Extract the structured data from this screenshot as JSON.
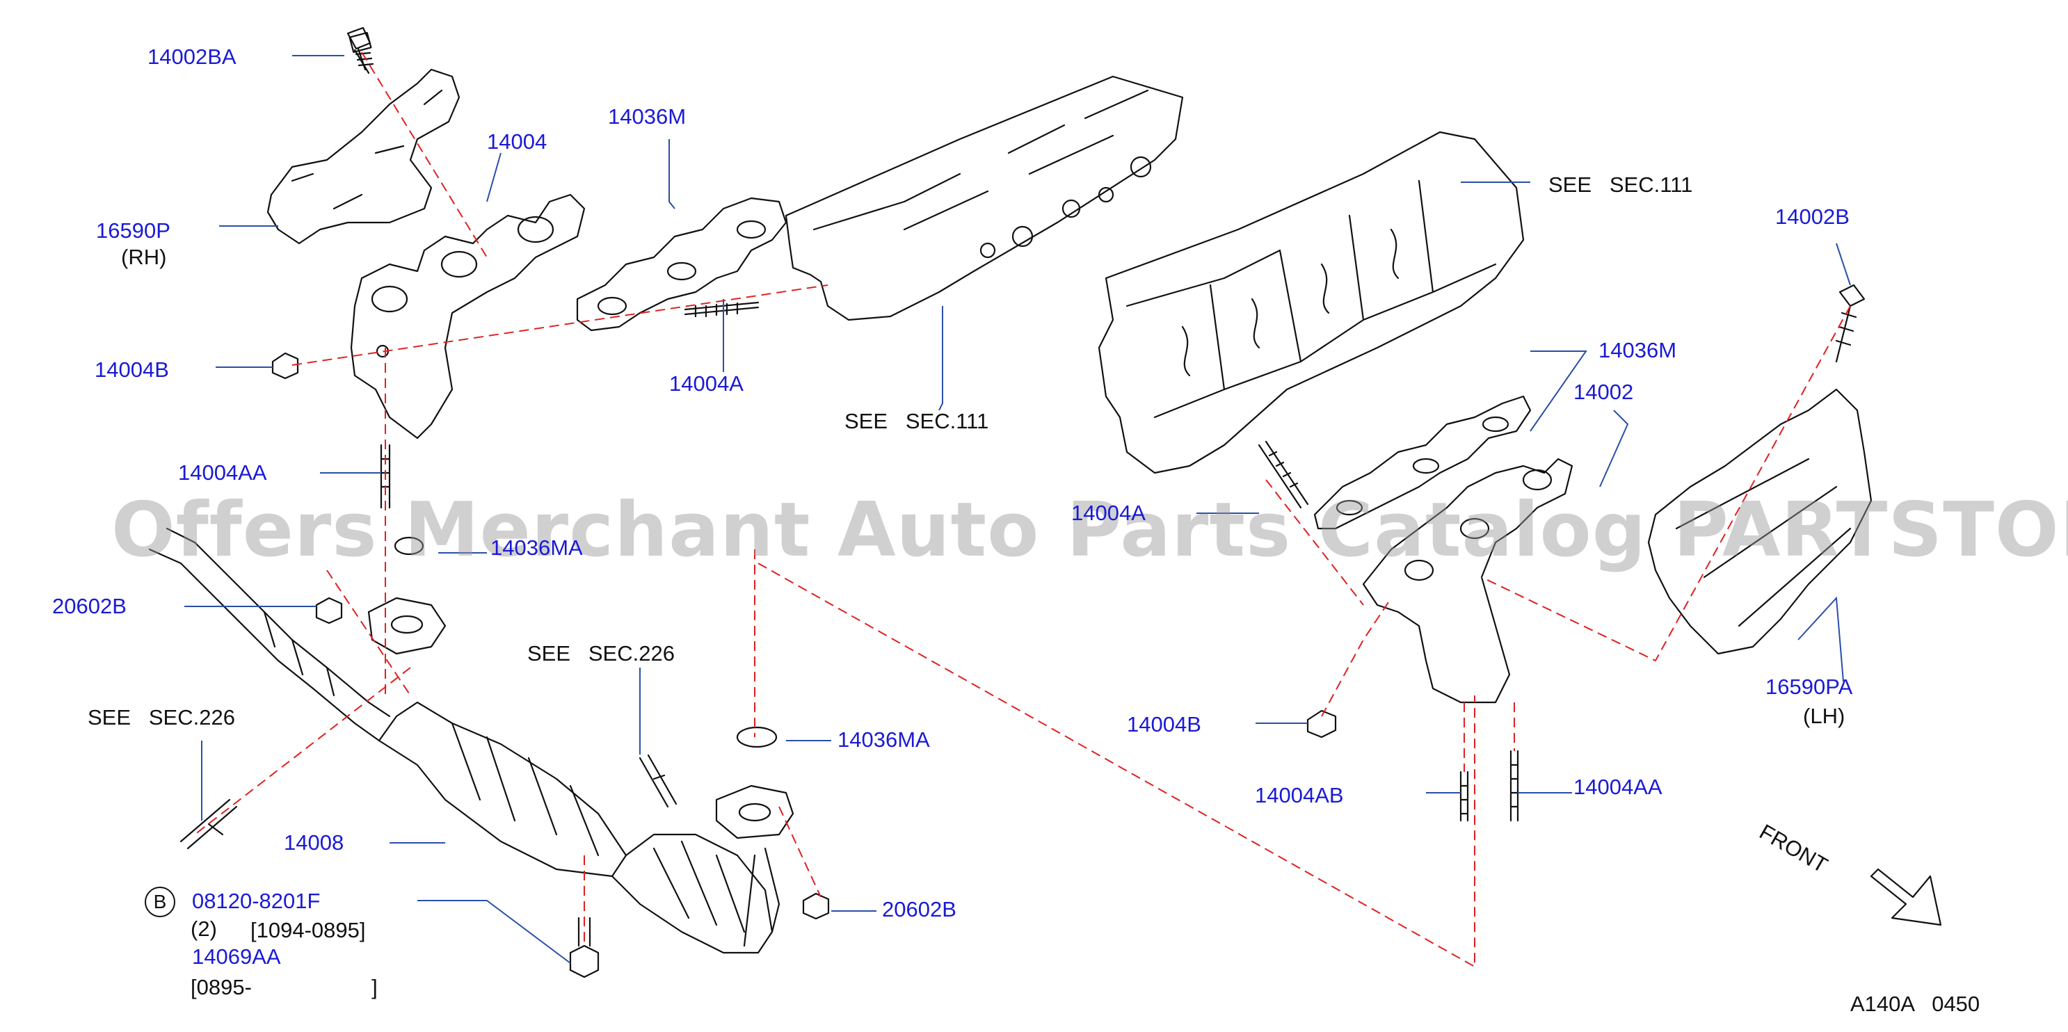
{
  "diagram_code": "A140A   0450",
  "watermark": "Offers Merchant Auto Parts Catalog PARTSTORE.SA",
  "badge_letter": "B",
  "part_labels": {
    "p14002BA": "14002BA",
    "p14004_top": "14004",
    "p14036M_top": "14036M",
    "p16590P": "16590P",
    "rh": "(RH)",
    "p14004B_left": "14004B",
    "p14004A_left": "14004A",
    "p14004AA_left": "14004AA",
    "p14036MA_mid": "14036MA",
    "p20602B_left": "20602B",
    "p14008": "14008",
    "p08120": "08120-8201F",
    "qty2": "(2)",
    "range1": "[1094-0895]",
    "p14069AA": "14069AA",
    "range2": "[0895-                    ]",
    "p14036MA_right": "14036MA",
    "p20602B_right": "20602B",
    "p14036M_right": "14036M",
    "p14002": "14002",
    "p14002B": "14002B",
    "p14004A_right": "14004A",
    "p14004B_right": "14004B",
    "p14004AB": "14004AB",
    "p14004AA_right": "14004AA",
    "p16590PA": "16590PA",
    "lh": "(LH)"
  },
  "see_labels": {
    "see_sec111_mid": "SEE   SEC.111",
    "see_sec111_right": "SEE   SEC.111",
    "see_sec226_mid": "SEE   SEC.226",
    "see_sec226_left": "SEE   SEC.226"
  },
  "front_label": "FRONT",
  "colors": {
    "part_link": "#1a1ad6",
    "leader": "#2a4fa8",
    "dash": "#e02020",
    "stroke": "#111111"
  }
}
